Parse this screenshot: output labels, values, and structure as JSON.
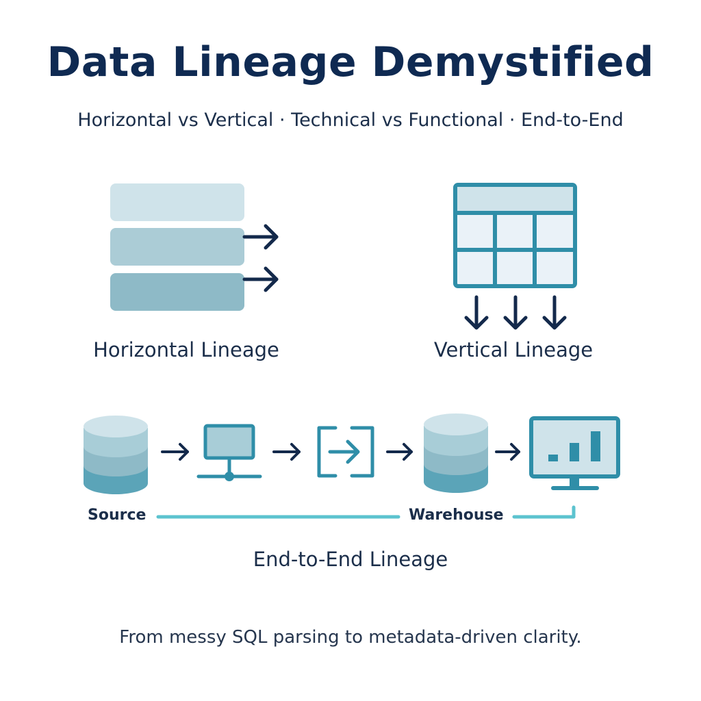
{
  "title": "Data Lineage Demystified",
  "subtitle": "Horizontal vs Vertical · Technical vs Functional · End-to-End",
  "sections": {
    "horizontal": {
      "label": "Horizontal Lineage"
    },
    "vertical": {
      "label": "Vertical Lineage"
    },
    "end_to_end": {
      "label": "End-to-End Lineage",
      "source_label": "Source",
      "warehouse_label": "Warehouse",
      "stages": [
        "database-icon",
        "network-node-icon",
        "transform-icon",
        "database-icon",
        "dashboard-monitor-icon"
      ]
    }
  },
  "footer": "From messy SQL parsing to metadata-driven clarity.",
  "colors": {
    "navy": "#13294b",
    "teal": "#2f8ea8",
    "light_teal": "#cfe3ea",
    "mid_teal": "#a8c9d3",
    "dark_teal": "#8dbac6",
    "line_cyan": "#5cc3cf"
  }
}
